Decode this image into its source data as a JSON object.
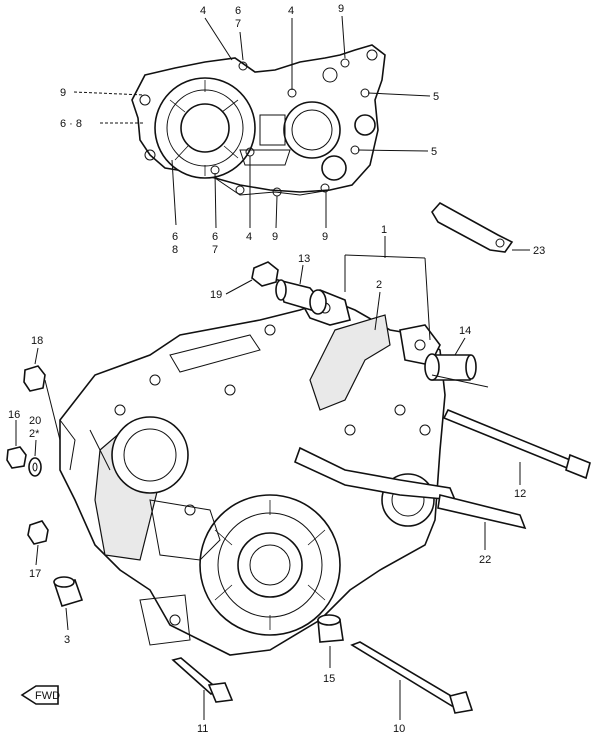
{
  "labels": {
    "l1": "1",
    "l2": "2",
    "l3": "3",
    "l4a": "4",
    "l4b": "4",
    "l4c": "4",
    "l5a": "5",
    "l5b": "5",
    "l6a": "6",
    "l7a": "7",
    "l68": "6 · 8",
    "l6b": "6",
    "l8b": "8",
    "l6c": "6",
    "l7c": "7",
    "l9a": "9",
    "l9b": "9",
    "l9c": "9",
    "l9d": "9",
    "l10": "10",
    "l11": "11",
    "l12": "12",
    "l13": "13",
    "l14": "14",
    "l15": "15",
    "l16": "16",
    "l17": "17",
    "l18": "18",
    "l19": "19",
    "l20": "20",
    "l2s": "2*",
    "l22": "22",
    "l23": "23",
    "fwd": "FWD"
  }
}
